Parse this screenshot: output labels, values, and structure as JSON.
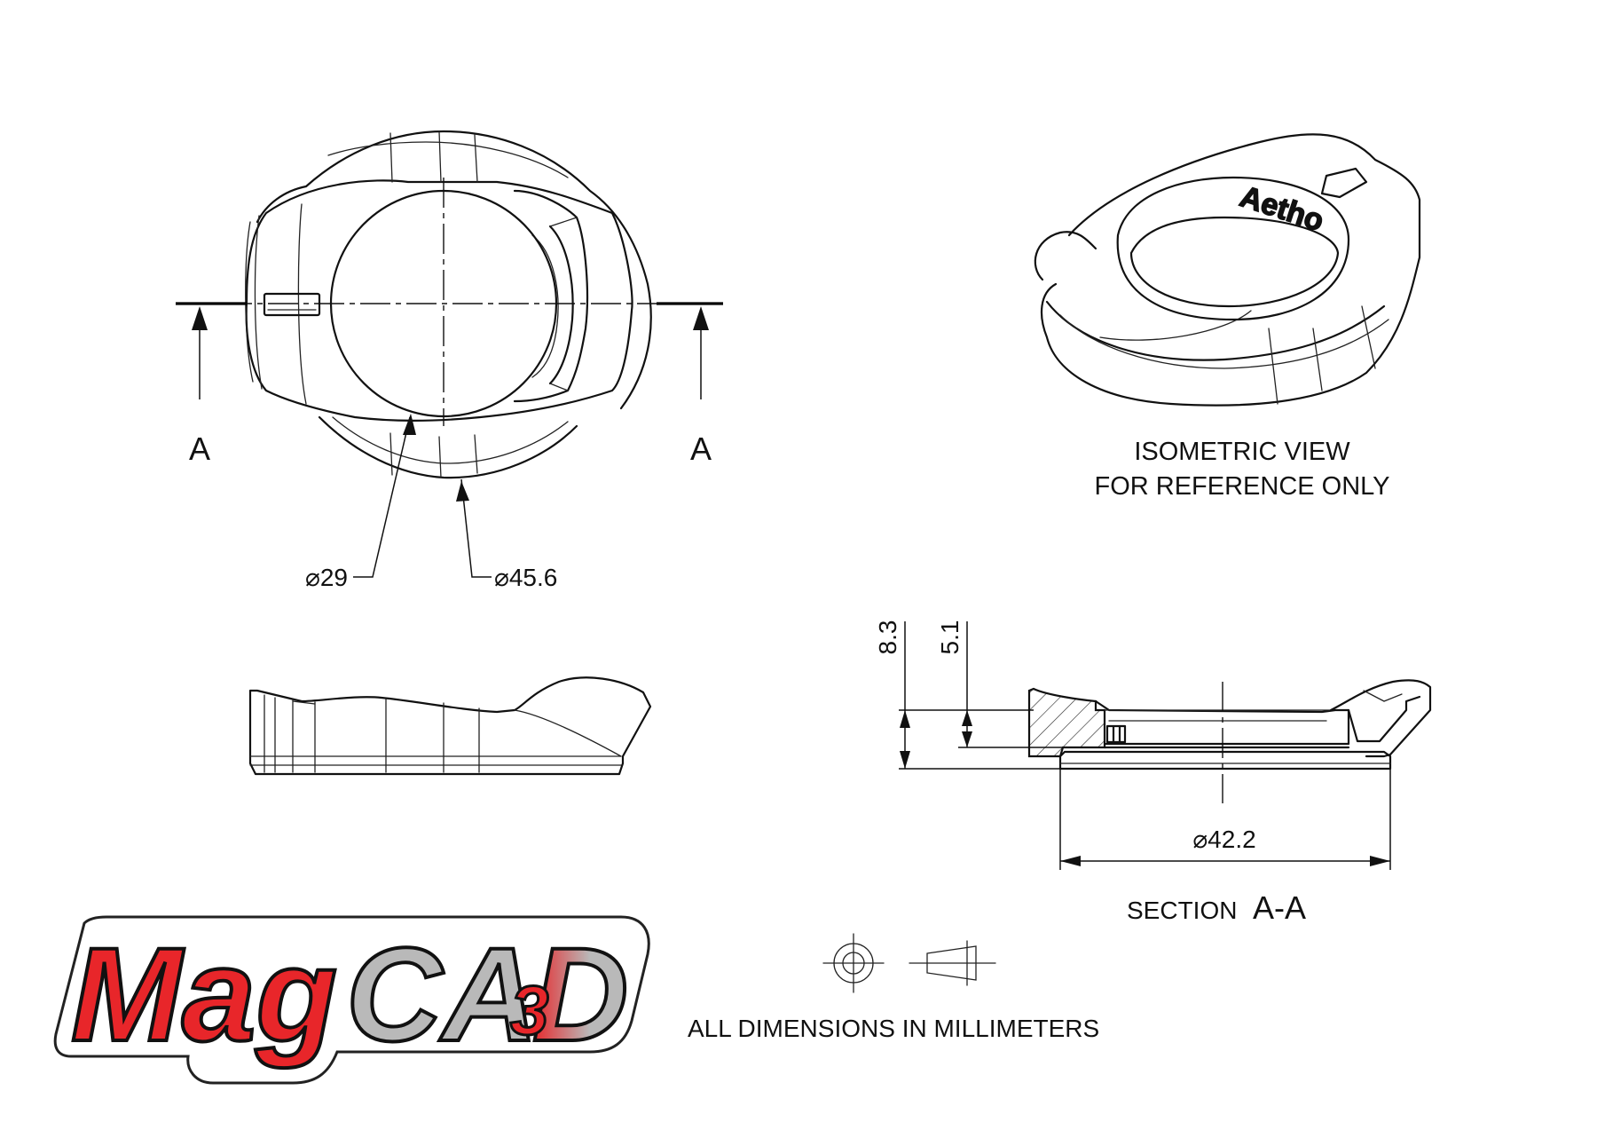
{
  "labels": {
    "section_mark_left": "A",
    "section_mark_right": "A",
    "dim_inner_diameter": "⌀29",
    "dim_outer_diameter": "⌀45.6",
    "iso_line1": "ISOMETRIC VIEW",
    "iso_line2": "FOR REFERENCE ONLY",
    "iso_engraving": "Aetho",
    "dim_height_total": "8.3",
    "dim_height_inner": "5.1",
    "dim_section_diameter": "⌀42.2",
    "section_word": "SECTION",
    "section_id": "A-A",
    "units_note": "ALL DIMENSIONS IN MILLIMETERS"
  },
  "logo": {
    "text_mag": "Mag",
    "text_ca": "CA",
    "text_3": "3",
    "text_d": "D",
    "color_red": "#e8262a",
    "color_gray": "#b9b9b9"
  }
}
